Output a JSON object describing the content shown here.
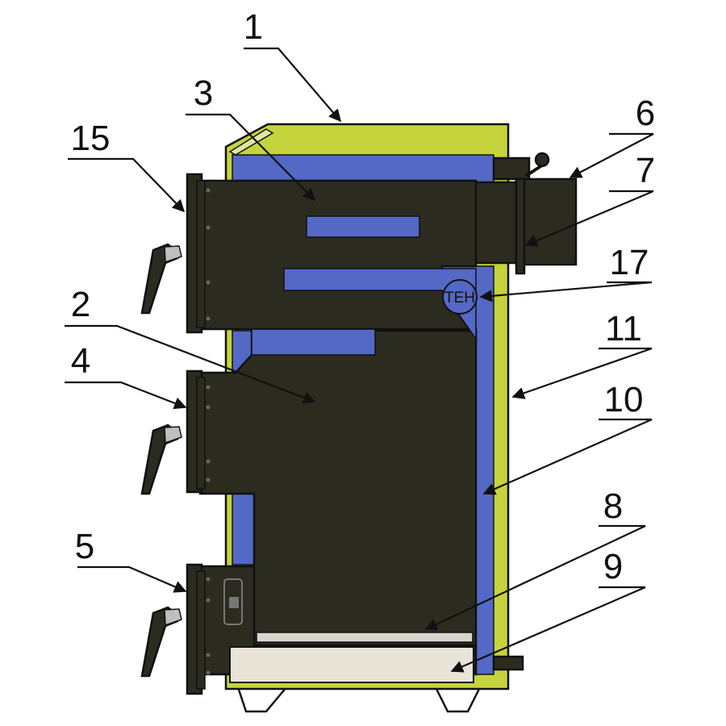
{
  "labels": {
    "l1": "1",
    "l2": "2",
    "l3": "3",
    "l4": "4",
    "l5": "5",
    "l6": "6",
    "l7": "7",
    "l8": "8",
    "l9": "9",
    "l10": "10",
    "l11": "11",
    "l15": "15",
    "l17": "17",
    "heater": "TEH"
  },
  "colors": {
    "casing": "#c5d43c",
    "insulation": "#5468c6",
    "body": "#2c2b20",
    "ash_pan": "#e8e4d8",
    "grate": "#d8d6cc",
    "outline": "#111111"
  }
}
